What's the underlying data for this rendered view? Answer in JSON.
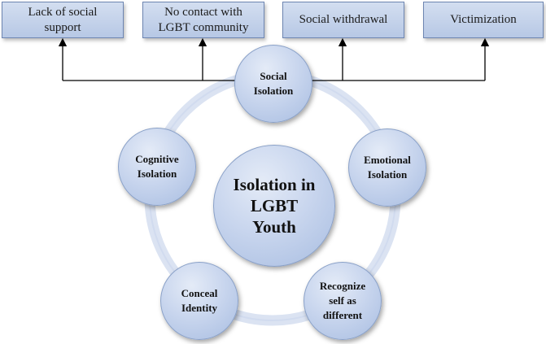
{
  "top_boxes": [
    {
      "label": "Lack of social\nsupport"
    },
    {
      "label": "No contact with\nLGBT community"
    },
    {
      "label": "Social withdrawal"
    },
    {
      "label": "Victimization"
    }
  ],
  "center_node": {
    "label": "Isolation in\nLGBT\nYouth"
  },
  "ring_nodes": [
    {
      "label": "Social\nIsolation"
    },
    {
      "label": "Emotional\nIsolation"
    },
    {
      "label": "Recognize\nself  as\ndifferent"
    },
    {
      "label": "Conceal\nIdentity"
    },
    {
      "label": "Cognitive\nIsolation"
    }
  ],
  "colors": {
    "node_fill": "#c9d6ee",
    "box_fill": "#c6d4ec",
    "ring": "#d8e1f1",
    "connector": "#000000"
  }
}
